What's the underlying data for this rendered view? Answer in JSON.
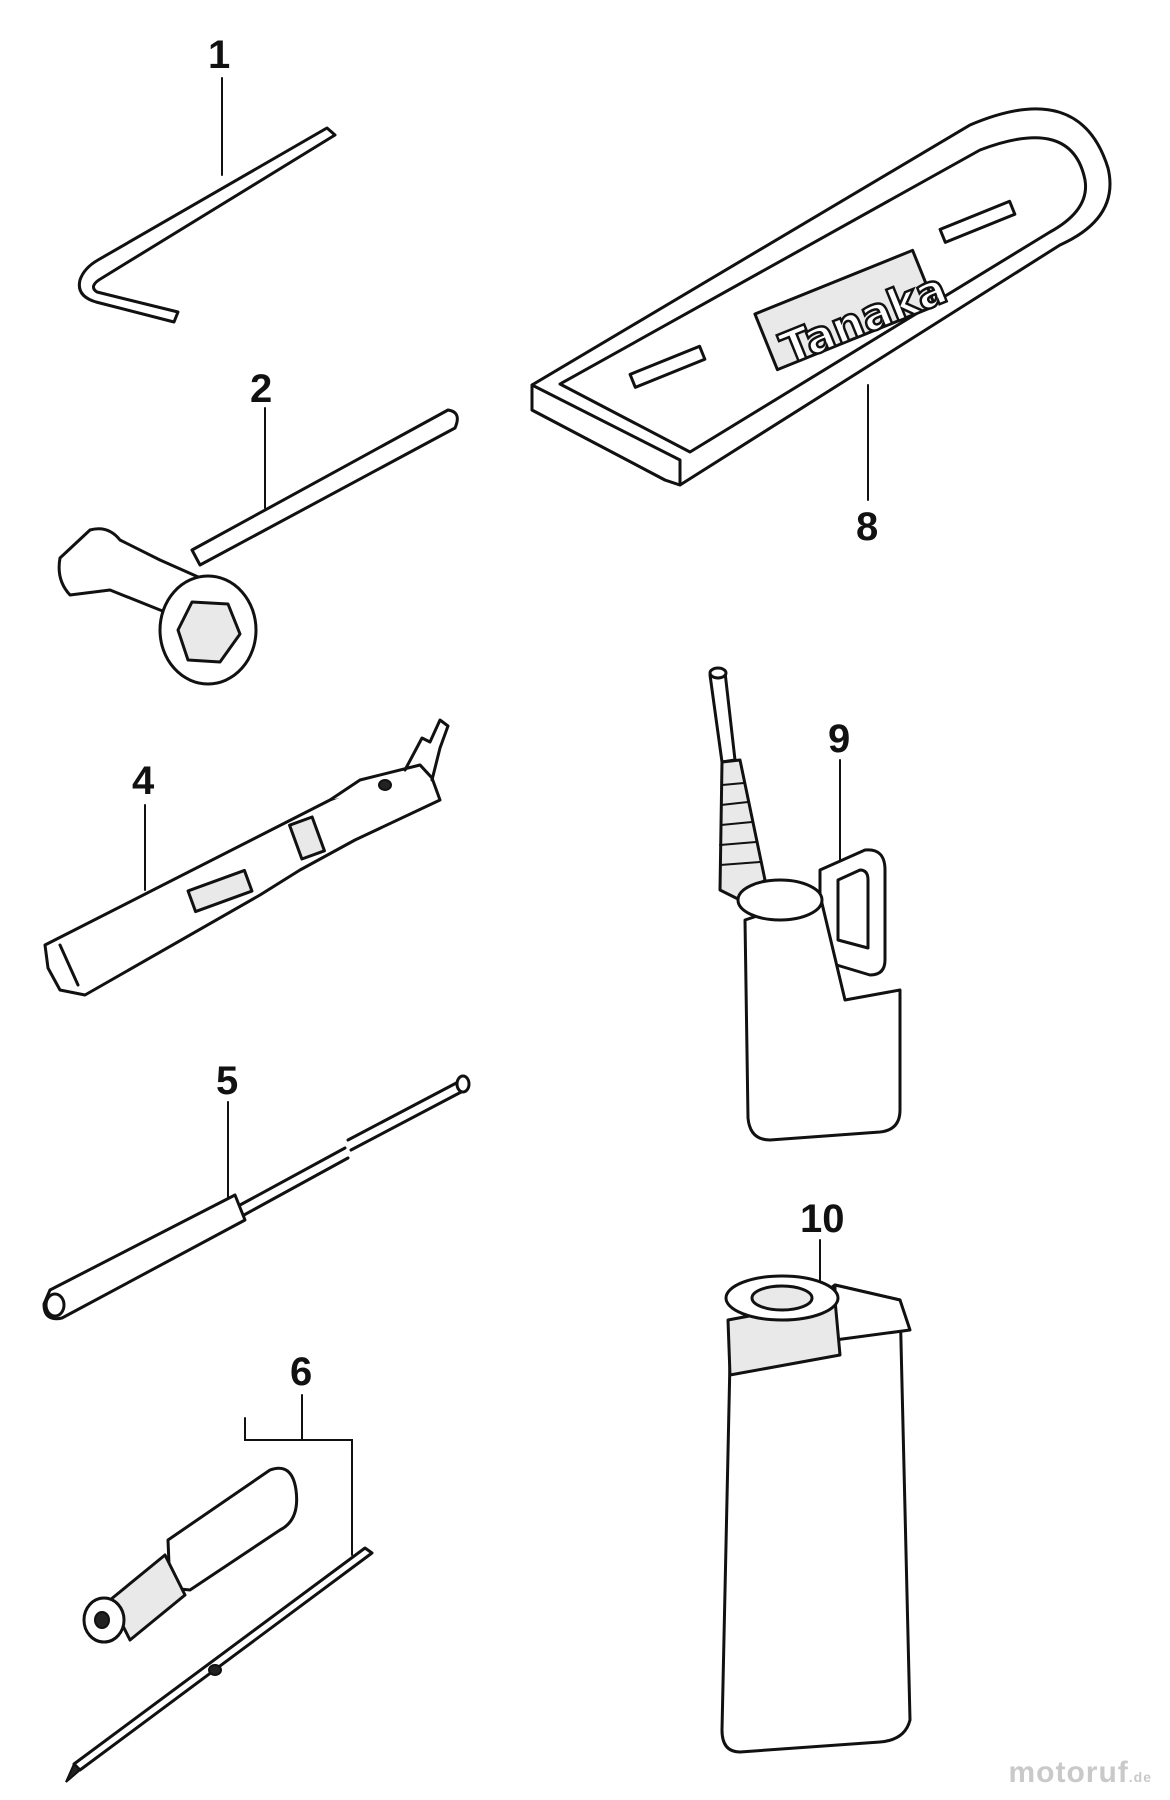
{
  "parts": [
    {
      "key": "allen_key",
      "number": "1"
    },
    {
      "key": "plug_wrench",
      "number": "2"
    },
    {
      "key": "file_guide",
      "number": "4"
    },
    {
      "key": "spring_tool",
      "number": "5"
    },
    {
      "key": "screwdriver_set",
      "number": "6"
    },
    {
      "key": "guide_bar_cover",
      "number": "8"
    },
    {
      "key": "oil_can",
      "number": "9"
    },
    {
      "key": "mixing_bottle",
      "number": "10"
    }
  ],
  "cover_brand": "Tanaka",
  "watermark": {
    "text": "motoruf",
    "suffix": ".de"
  },
  "colors": {
    "line": "#111111",
    "background": "#ffffff",
    "watermark": "#c9c9c9"
  }
}
